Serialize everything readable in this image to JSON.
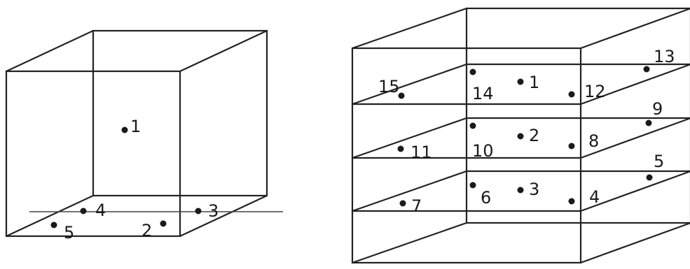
{
  "figure_left": {
    "points": [
      {
        "id": "left-point-1",
        "label": "1"
      },
      {
        "id": "left-point-2",
        "label": "2"
      },
      {
        "id": "left-point-3",
        "label": "3"
      },
      {
        "id": "left-point-4",
        "label": "4"
      },
      {
        "id": "left-point-5",
        "label": "5"
      }
    ]
  },
  "figure_right": {
    "points": [
      {
        "id": "right-point-1",
        "label": "1"
      },
      {
        "id": "right-point-2",
        "label": "2"
      },
      {
        "id": "right-point-3",
        "label": "3"
      },
      {
        "id": "right-point-4",
        "label": "4"
      },
      {
        "id": "right-point-5",
        "label": "5"
      },
      {
        "id": "right-point-6",
        "label": "6"
      },
      {
        "id": "right-point-7",
        "label": "7"
      },
      {
        "id": "right-point-8",
        "label": "8"
      },
      {
        "id": "right-point-9",
        "label": "9"
      },
      {
        "id": "right-point-10",
        "label": "10"
      },
      {
        "id": "right-point-11",
        "label": "11"
      },
      {
        "id": "right-point-12",
        "label": "12"
      },
      {
        "id": "right-point-13",
        "label": "13"
      },
      {
        "id": "right-point-14",
        "label": "14"
      },
      {
        "id": "right-point-15",
        "label": "15"
      }
    ]
  }
}
